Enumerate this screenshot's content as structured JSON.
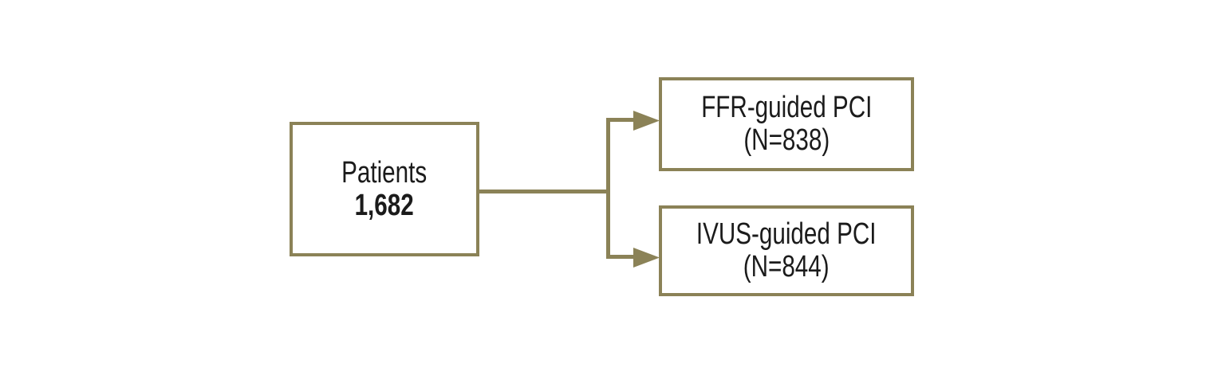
{
  "figure": {
    "type": "flow-diagram",
    "description": "Patient randomization flow: patients split into FFR-guided PCI and IVUS-guided PCI arms",
    "colors": {
      "line": "#8B8257",
      "text": "#1B1B1B",
      "background": "#FFFFFF"
    },
    "nodes": {
      "patients": {
        "label": "Patients",
        "count": "1,682"
      },
      "ffr": {
        "label": "FFR-guided PCI",
        "count": "(N=838)"
      },
      "ivus": {
        "label": "IVUS-guided PCI",
        "count": "(N=844)"
      }
    }
  }
}
